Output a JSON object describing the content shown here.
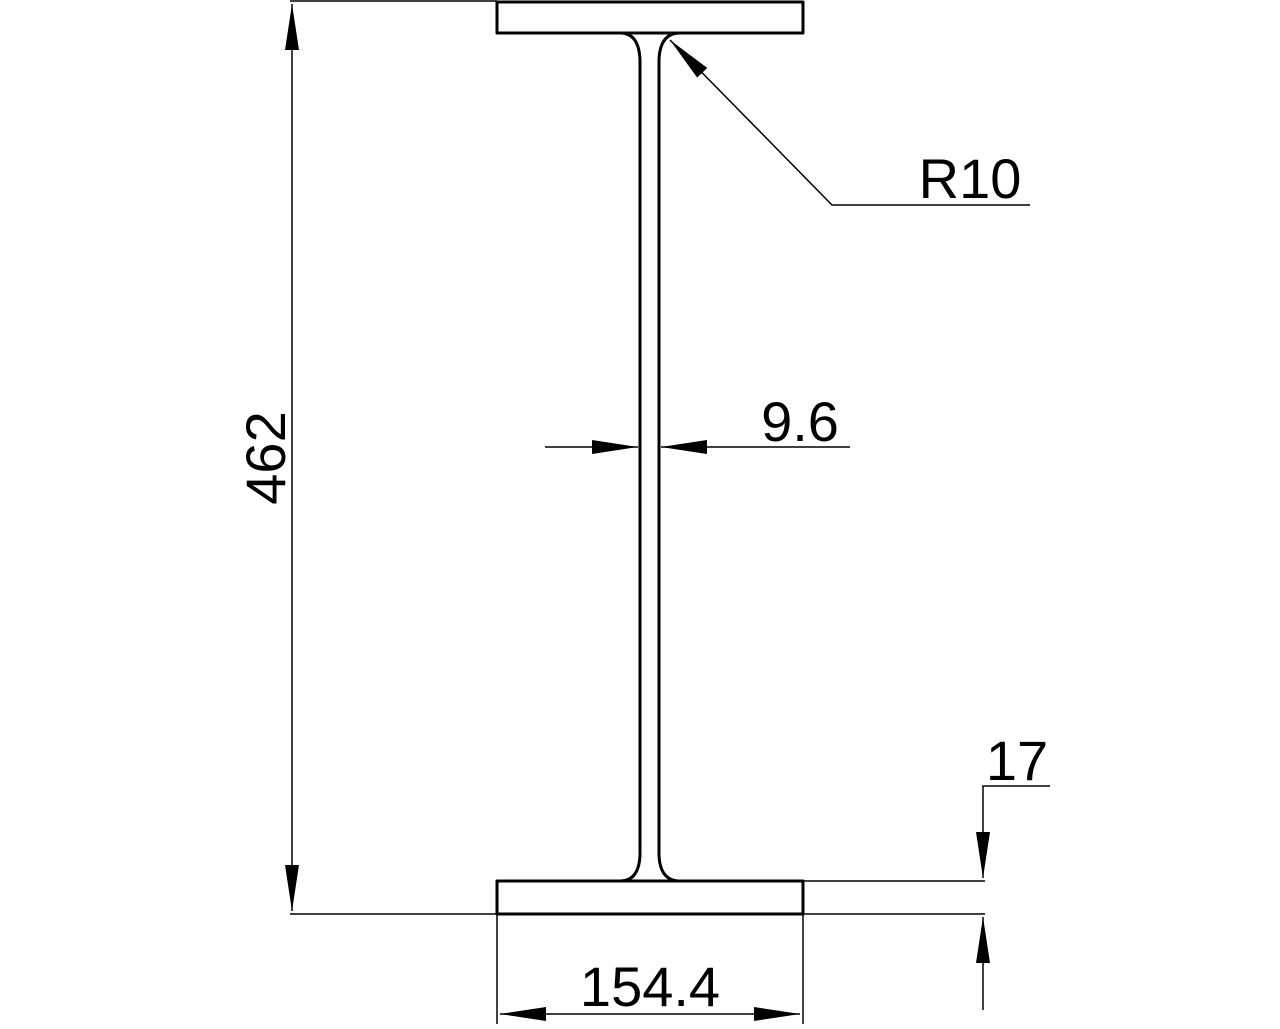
{
  "drawing": {
    "line_color": "#000000",
    "background": "#ffffff",
    "dimensions": {
      "height": "462",
      "flange_width": "154.4",
      "web_thickness": "9.6",
      "flange_thickness": "17",
      "fillet_radius": "R10"
    }
  }
}
